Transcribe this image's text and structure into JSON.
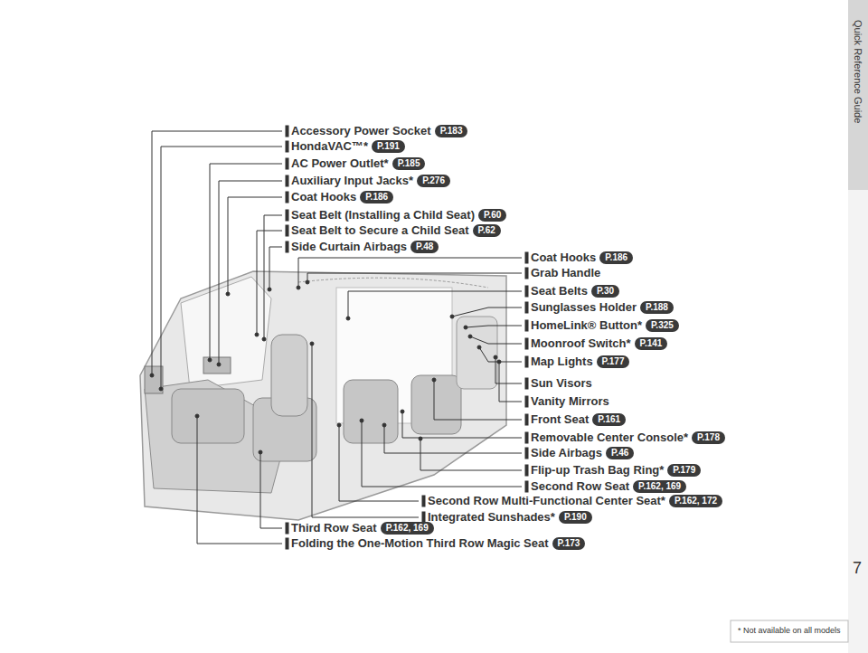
{
  "diagram": {
    "labels": [
      "Accessory Power Socket",
      "P.183",
      "HondaVAC™*",
      "P.191",
      "AC Power Outlet*",
      "P.185",
      "Auxiliary Input Jacks*",
      "P.276",
      "Coat Hooks",
      "P.186",
      "Seat Belt (Installing a Child Seat)",
      "P.60",
      "Seat Belt to Secure a Child Seat",
      "P.62",
      "Side Curtain Airbags",
      "P.48",
      "Coat Hooks",
      "P.186",
      "Grab Handle",
      "Seat Belts",
      "P.30",
      "Sunglasses Holder",
      "P.188",
      "HomeLink® Button*",
      "P.325",
      "Moonroof Switch*",
      "P.141",
      "Map Lights",
      "P.177",
      "Sun Visors",
      "Vanity Mirrors",
      "Front Seat",
      "P.161",
      "Removable Center Console*",
      "P.178",
      "Side Airbags",
      "P.46",
      "Flip-up Trash Bag Ring*",
      "P.179",
      "Second Row Seat",
      "P.162, 169",
      "Second Row Multi-Functional Center Seat*",
      "P.162, 172",
      "Integrated Sunshades*",
      "P.190",
      "Third Row Seat",
      "P.162, 169",
      "Folding the One-Motion Third Row Magic Seat",
      "P.173",
      "Quick Reference Guide",
      "7",
      "* Not available on all models"
    ]
  }
}
